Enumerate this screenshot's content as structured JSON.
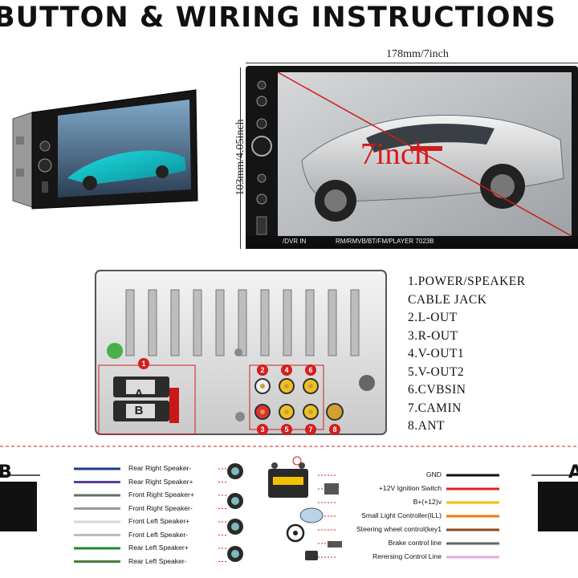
{
  "title": "BUTTON & WIRING INSTRUCTIONS",
  "dimensions": {
    "width_label": "178mm/7inch",
    "height_label": "103mm/4.05inch"
  },
  "screen": {
    "size_label": "7inch",
    "bottom_left": "/DVR IN",
    "bottom_right": "RM/RMVB/BT/FM/PLAYER  7023B"
  },
  "rear_panel": {
    "connector_a": "A",
    "connector_b": "B",
    "badges": [
      "1",
      "2",
      "3",
      "4",
      "5",
      "6",
      "7",
      "8"
    ]
  },
  "legend": [
    "1.POWER/SPEAKER",
    "CABLE JACK",
    "2.L-OUT",
    "3.R-OUT",
    "4.V-OUT1",
    "5.V-OUT2",
    "6.CVBSIN",
    "7.CAMIN",
    "8.ANT"
  ],
  "wiring": {
    "plug_left": "B",
    "plug_right": "A",
    "left_wires": [
      {
        "label": "Rear Right Speaker-",
        "color": "#1f3a8a"
      },
      {
        "label": "Rear Right Speaker+",
        "color": "#5a3fa0"
      },
      {
        "label": "Front Right Speaker+",
        "color": "#6b6b6b"
      },
      {
        "label": "Front Right Speaker-",
        "color": "#9a9a9a"
      },
      {
        "label": "Front Left Speaker+",
        "color": "#d8d8d8"
      },
      {
        "label": "Front Left Speaker-",
        "color": "#bdbdbd"
      },
      {
        "label": "Rear Left Speaker+",
        "color": "#1f8a3a"
      },
      {
        "label": "Rear Left Speaker-",
        "color": "#4f7a3f"
      }
    ],
    "right_wires": [
      {
        "label": "GND",
        "color": "#111111"
      },
      {
        "label": "+12V Ignition Switch",
        "color": "#e02020"
      },
      {
        "label": "B+(+12)v",
        "color": "#f2c200"
      },
      {
        "label": "Small Light Controller(ILL)",
        "color": "#f07a10"
      },
      {
        "label": "Steering wheel control(key1",
        "color": "#8a4a1a"
      },
      {
        "label": "Brake control line",
        "color": "#666666"
      },
      {
        "label": "Rerersing Control Line",
        "color": "#e8a8e0"
      }
    ]
  }
}
